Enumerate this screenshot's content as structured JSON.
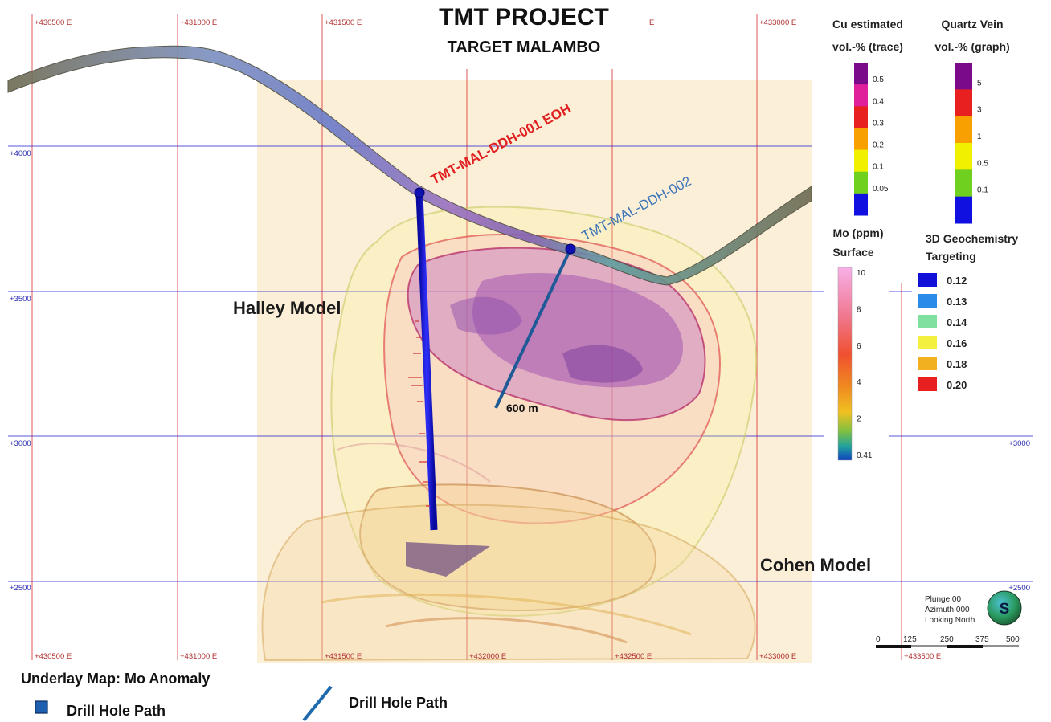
{
  "title": "TMT PROJECT",
  "subtitle": "TARGET MALAMBO",
  "models": {
    "halley": "Halley Model",
    "cohen": "Cohen Model"
  },
  "drill_holes": {
    "ddh001": {
      "label": "TMT-MAL-DDH-001 EOH",
      "color": "#e02020"
    },
    "ddh002": {
      "label": "TMT-MAL-DDH-002",
      "color": "#3a73b8"
    },
    "length_label": "600 m"
  },
  "grid": {
    "top_eastings": [
      "+430500 E",
      "+431000 E",
      "+431500 E",
      "E",
      "+433000 E"
    ],
    "bottom_eastings": [
      "+430500 E",
      "+431000 E",
      "+431500 E",
      "+432000 E",
      "+432500 E",
      "+433000 E",
      "+433500 E"
    ],
    "left_elevations": [
      "+4000",
      "+3500",
      "+3000",
      "+2500"
    ],
    "right_elevations": [
      "+3000",
      "+2500"
    ]
  },
  "legend_cu": {
    "title_1": "Cu estimated",
    "title_2": "vol.-% (trace)",
    "ticks": [
      "0.5",
      "0.4",
      "0.3",
      "0.2",
      "0.1",
      "0.05"
    ],
    "colors": [
      "#7a0a8a",
      "#e0209a",
      "#e82020",
      "#f8a000",
      "#f0f000",
      "#70d020",
      "#1010e0"
    ]
  },
  "legend_quartz": {
    "title_1": "Quartz Vein",
    "title_2": "vol.-% (graph)",
    "ticks": [
      "5",
      "3",
      "1",
      "0.5",
      "0.1"
    ],
    "colors": [
      "#7a0a8a",
      "#e82020",
      "#f8a000",
      "#f0f000",
      "#70d020",
      "#1010e0"
    ]
  },
  "legend_mo": {
    "title_1": "Mo (ppm)",
    "title_2": "Surface",
    "ticks": [
      "10",
      "8",
      "6",
      "4",
      "2",
      "0.41"
    ]
  },
  "legend_geochem": {
    "title_1": "3D Geochemistry",
    "title_2": "Targeting",
    "items": [
      {
        "value": "0.12",
        "color": "#1010d8"
      },
      {
        "value": "0.13",
        "color": "#2b8be8"
      },
      {
        "value": "0.14",
        "color": "#80e0a0"
      },
      {
        "value": "0.16",
        "color": "#f4f040"
      },
      {
        "value": "0.18",
        "color": "#f0b020"
      },
      {
        "value": "0.20",
        "color": "#e82020"
      }
    ]
  },
  "view_info": {
    "plunge": "Plunge 00",
    "azimuth": "Azimuth 000",
    "looking": "Looking North",
    "compass_letter": "S"
  },
  "scale_bar": [
    "0",
    "125",
    "250",
    "375",
    "500"
  ],
  "footer": {
    "underlay": "Underlay Map: Mo Anomaly",
    "drill_path_1": "Drill Hole Path",
    "drill_path_2": "Drill Hole Path"
  }
}
